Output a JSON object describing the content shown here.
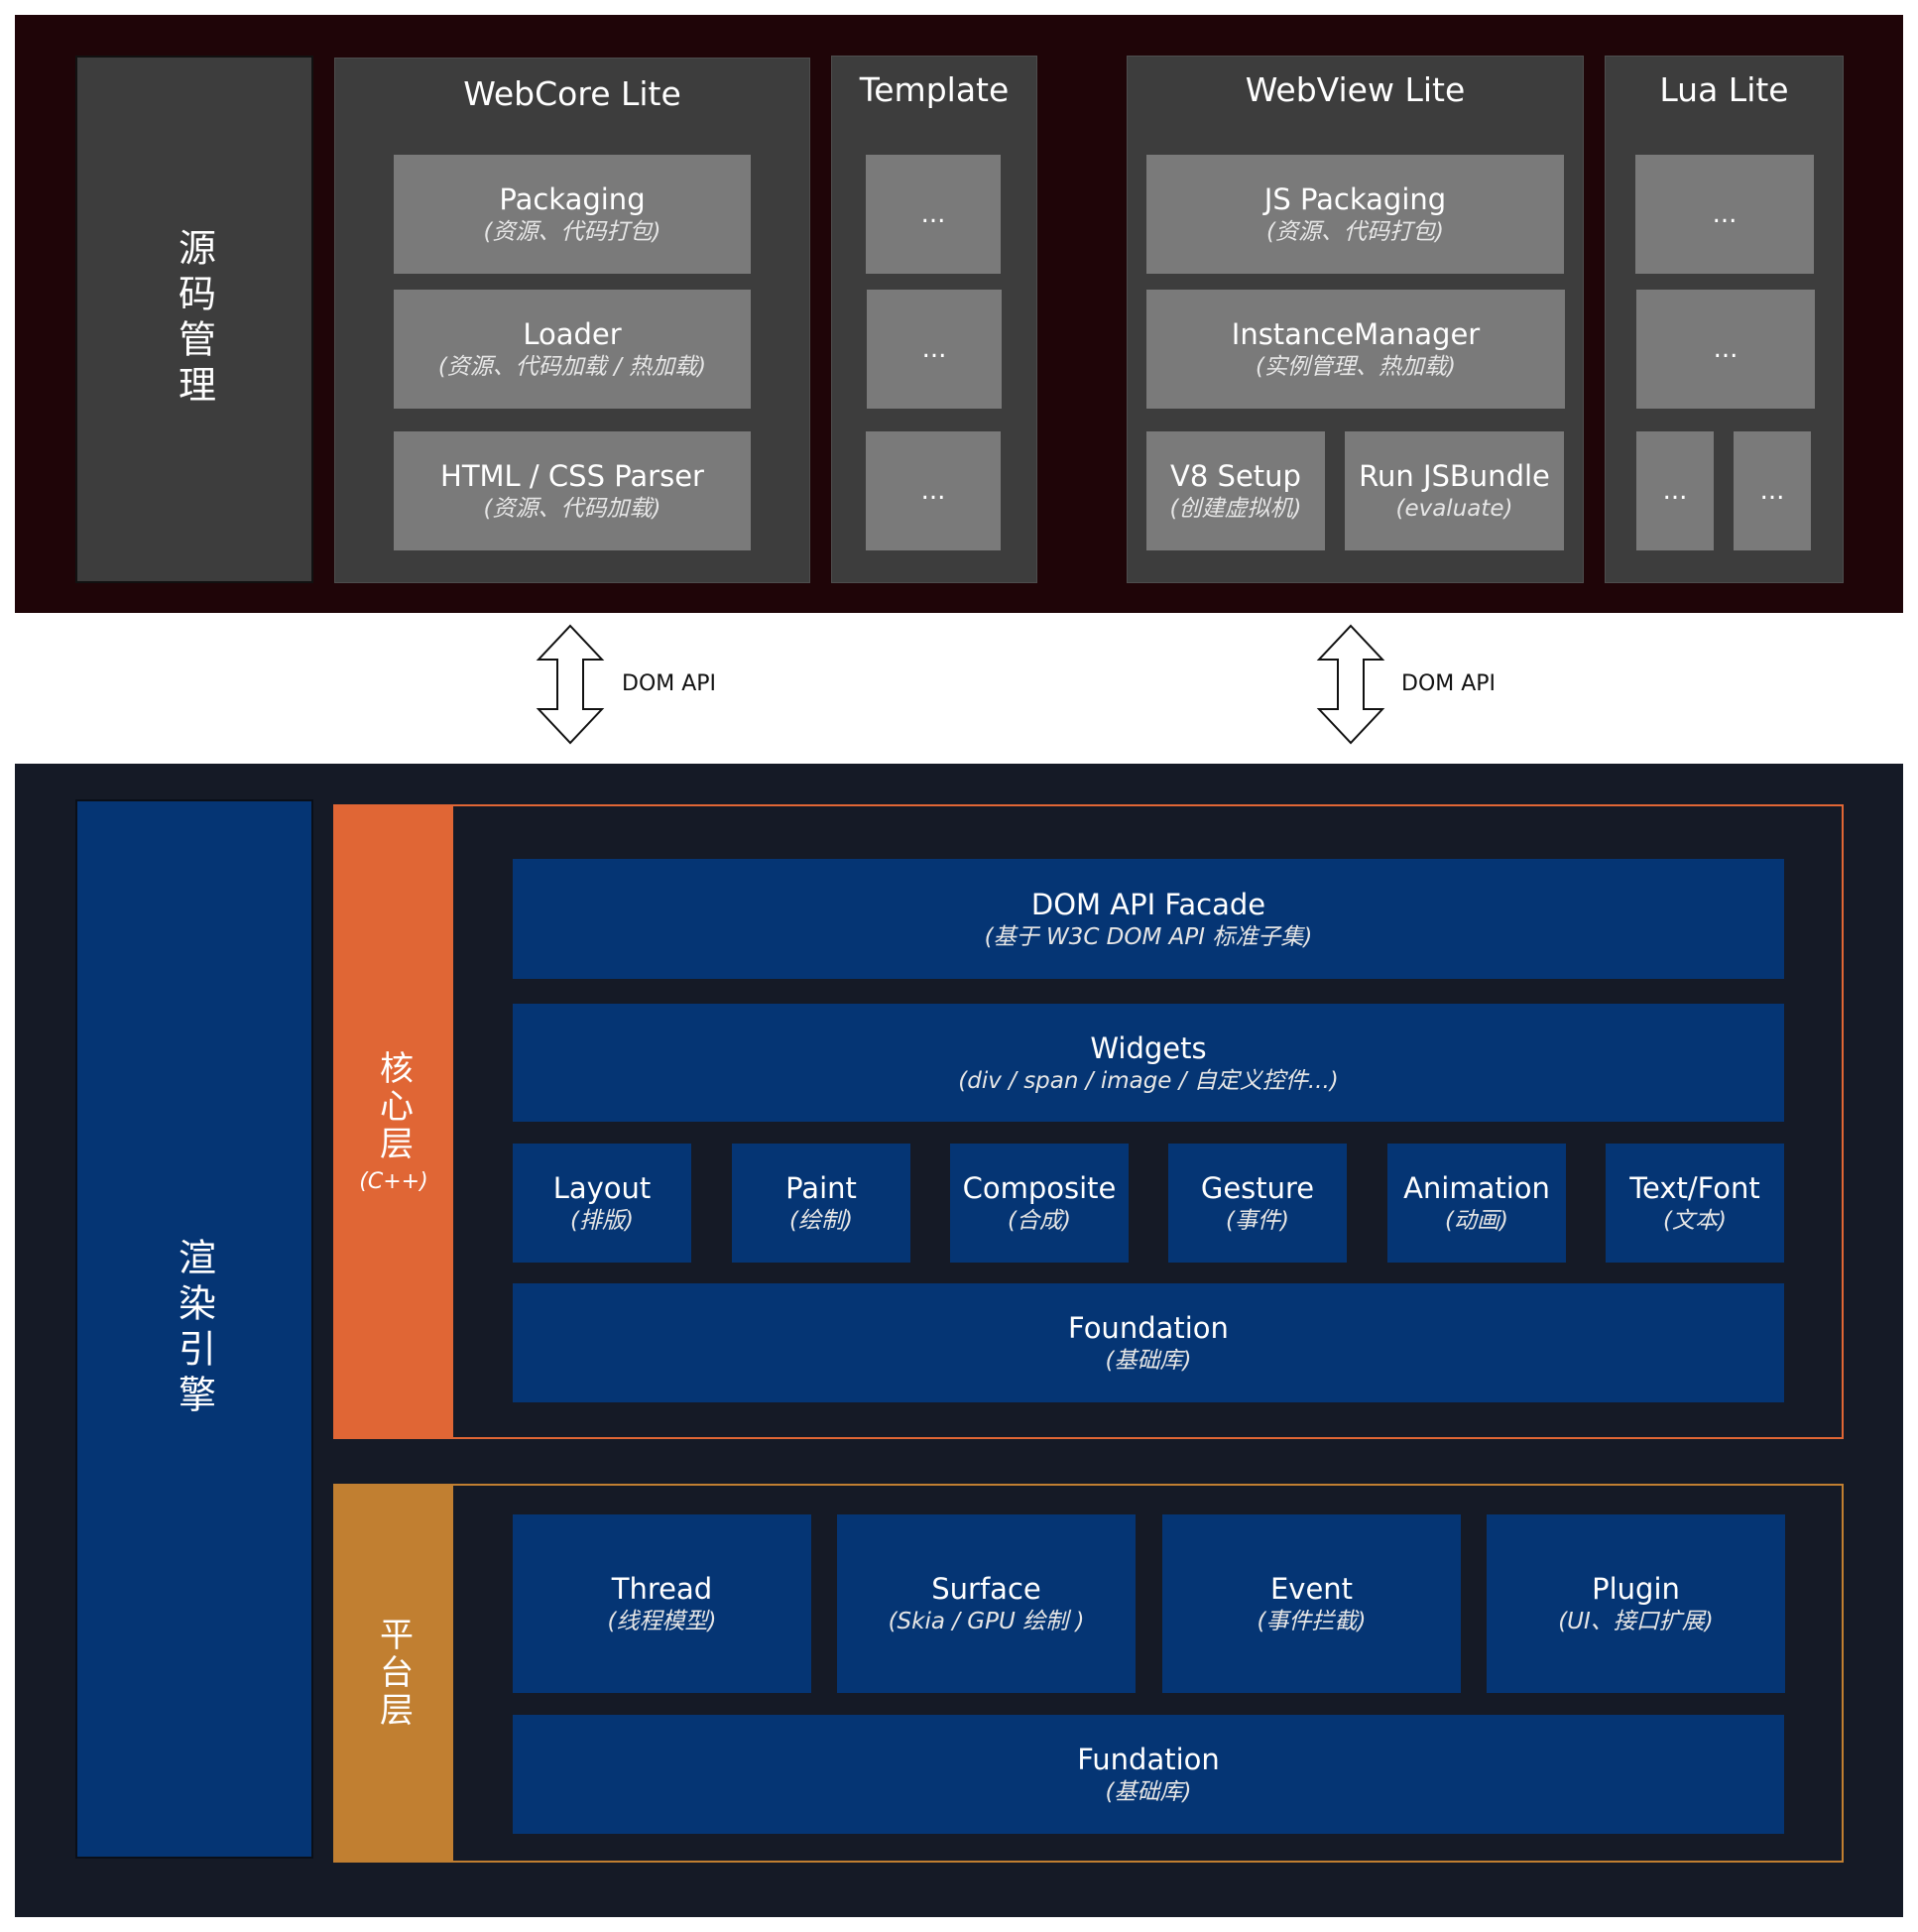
{
  "colors": {
    "top_background": "#1f0508",
    "panel": "#3d3d3d",
    "gray_box": "#7a7a7a",
    "bottom_background": "#151a26",
    "blue_box": "#053574",
    "core_layer": "#e06635",
    "platform_layer": "#c17f31"
  },
  "top": {
    "source_label": "源码管理",
    "webcore": {
      "title": "WebCore Lite",
      "boxes": [
        {
          "title": "Packaging",
          "sub": "(资源、代码打包)"
        },
        {
          "title": "Loader",
          "sub": "(资源、代码加载 / 热加载)"
        },
        {
          "title": "HTML / CSS Parser",
          "sub": "(资源、代码加载)"
        }
      ]
    },
    "template": {
      "title": "Template",
      "boxes": [
        "...",
        "...",
        "..."
      ]
    },
    "webview": {
      "title": "WebView Lite",
      "boxes": [
        {
          "title": "JS Packaging",
          "sub": "(资源、代码打包)"
        },
        {
          "title": "InstanceManager",
          "sub": "(实例管理、热加载)"
        },
        {
          "title": "V8 Setup",
          "sub": "(创建虚拟机)"
        },
        {
          "title": "Run JSBundle",
          "sub": "(evaluate)"
        }
      ]
    },
    "lua": {
      "title": "Lua Lite",
      "boxes": [
        "...",
        "...",
        "...",
        "..."
      ]
    }
  },
  "connectors": [
    {
      "label": "DOM API"
    },
    {
      "label": "DOM API"
    }
  ],
  "bottom": {
    "render_label": "渲染引擎",
    "core_layer": {
      "label": "核心层",
      "sub": "(C++)",
      "facade": {
        "title": "DOM API Facade",
        "sub": "(基于 W3C DOM API 标准子集)"
      },
      "widgets": {
        "title": "Widgets",
        "sub": "(div / span / image / 自定义控件...)"
      },
      "modules": [
        {
          "title": "Layout",
          "sub": "(排版)"
        },
        {
          "title": "Paint",
          "sub": "(绘制)"
        },
        {
          "title": "Composite",
          "sub": "(合成)"
        },
        {
          "title": "Gesture",
          "sub": "(事件)"
        },
        {
          "title": "Animation",
          "sub": "(动画)"
        },
        {
          "title": "Text/Font",
          "sub": "(文本)"
        }
      ],
      "foundation": {
        "title": "Foundation",
        "sub": "(基础库)"
      }
    },
    "platform_layer": {
      "label": "平台层",
      "modules": [
        {
          "title": "Thread",
          "sub": "(线程模型)"
        },
        {
          "title": "Surface",
          "sub": "(Skia / GPU 绘制 )"
        },
        {
          "title": "Event",
          "sub": "(事件拦截)"
        },
        {
          "title": "Plugin",
          "sub": "(UI、接口扩展)"
        }
      ],
      "foundation": {
        "title": "Fundation",
        "sub": "(基础库)"
      }
    }
  }
}
